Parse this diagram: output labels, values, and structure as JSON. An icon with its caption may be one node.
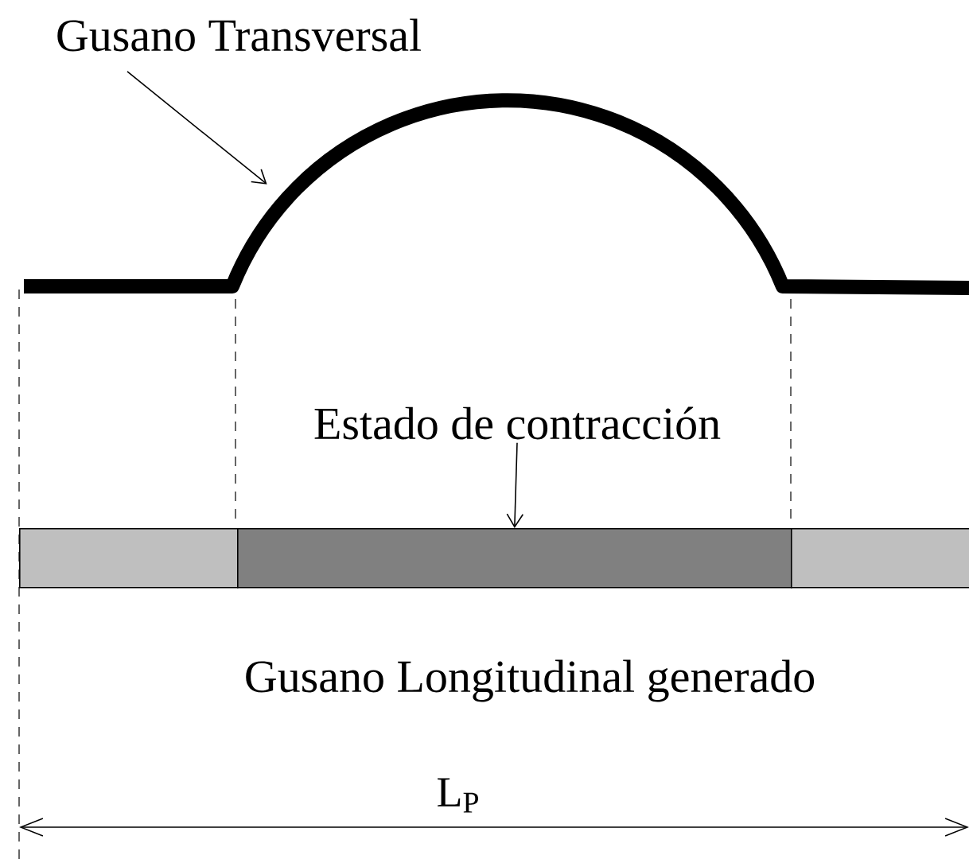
{
  "diagram": {
    "nodes": [
      {
        "text": [
          "Gusano Transversal"
        ]
      },
      {
        "text": [],
        "shape": "line"
      },
      {
        "text": [
          "Estado de contracción"
        ]
      },
      {
        "text": [],
        "shape": "bar"
      },
      {
        "text": [],
        "shape": "bar"
      },
      {
        "text": [],
        "shape": "bar"
      }
    ],
    "edges": [
      {
        "from": 0,
        "to": 1,
        "arrow": "to"
      },
      {
        "from": 2,
        "to": 4,
        "arrow": "to"
      }
    ],
    "labels": [
      "Gusano Longitudinal generado",
      "L$_{P}$"
    ]
  }
}
